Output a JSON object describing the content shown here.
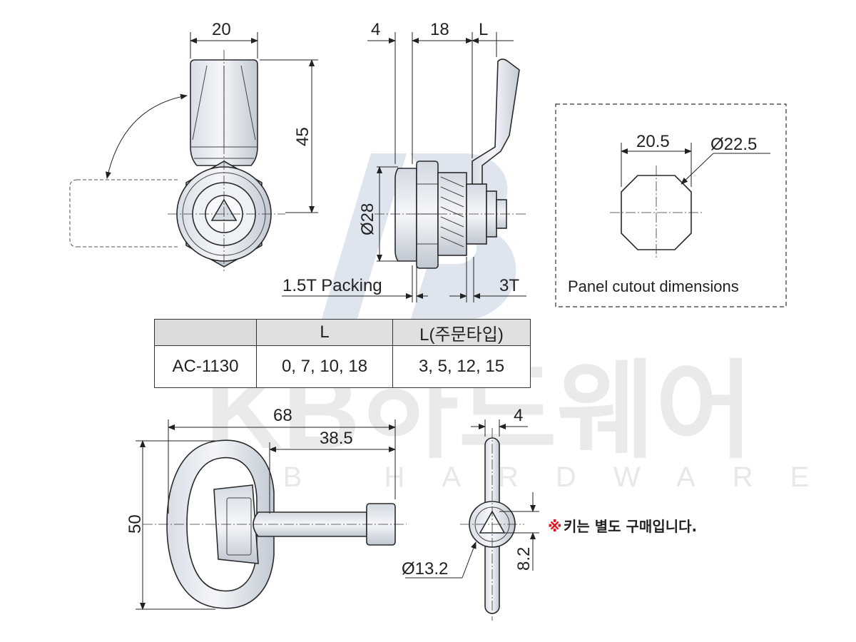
{
  "dimensions": {
    "front_width": "20",
    "front_height": "45",
    "side_flange": "4",
    "side_body": "18",
    "side_L": "L",
    "side_diameter": "Ø28",
    "packing": "1.5T Packing",
    "nut_thickness": "3T",
    "cutout_width": "20.5",
    "cutout_diameter": "Ø22.5",
    "key_length": "68",
    "key_shaft": "38.5",
    "key_height": "50",
    "key_thickness": "4",
    "key_tip_diameter": "Ø13.2",
    "key_tip_triangle": "8.2"
  },
  "cutout_label": "Panel cutout dimensions",
  "table": {
    "headers": [
      "",
      "L",
      "L(주문타입)"
    ],
    "rows": [
      {
        "model": "AC-1130",
        "L": "0, 7, 10, 18",
        "L_order": "3, 5, 12, 15"
      }
    ]
  },
  "note": {
    "mark": "※",
    "text": "키는 별도 구매입니다."
  },
  "watermark": {
    "brand": "KB하드웨어",
    "sub": "KB HARDWARE",
    "logo": "KB"
  }
}
